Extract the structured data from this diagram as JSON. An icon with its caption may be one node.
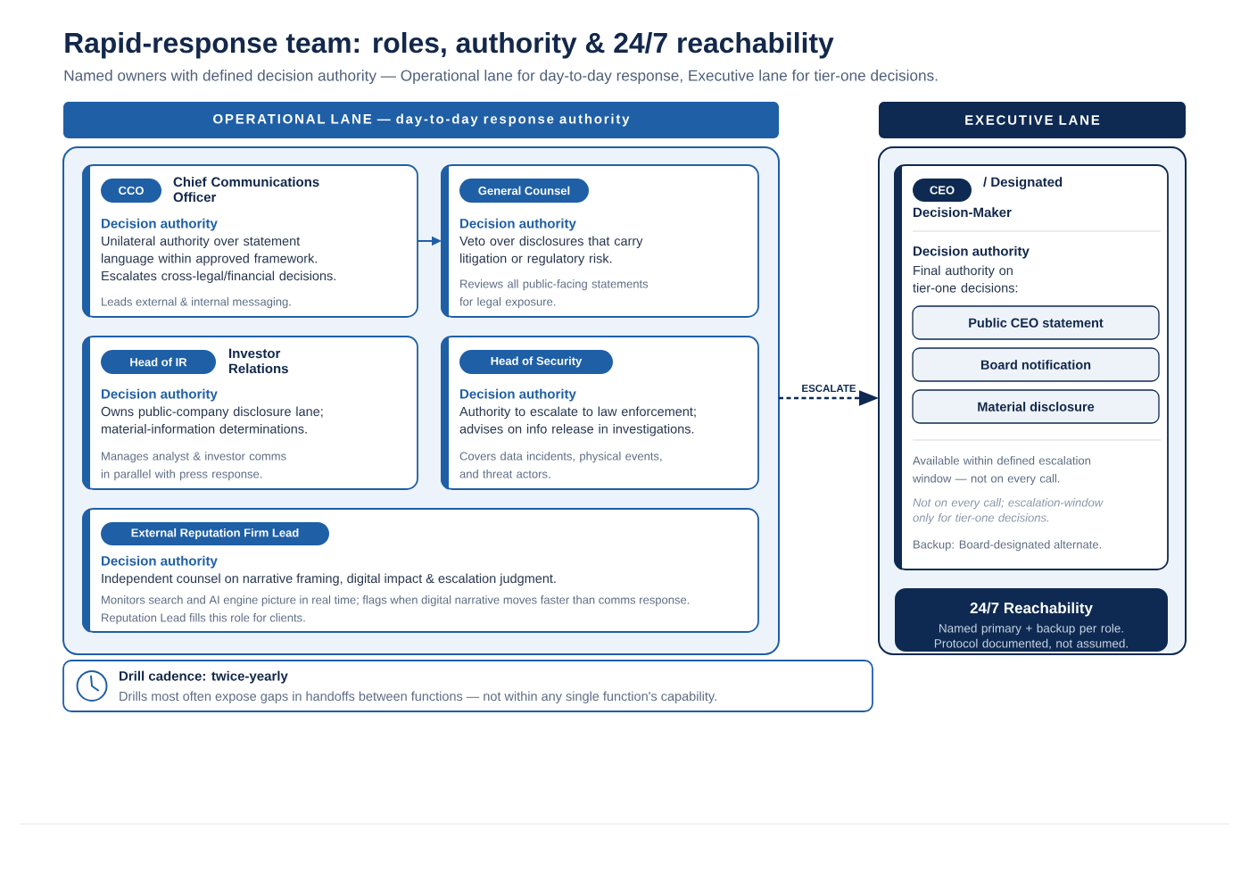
{
  "diagram": {
    "title": "Rapid-response team: roles, authority & 24/7 reachability",
    "nodes": [
      {
        "text": [
          "OPERATIONAL LANE — day-to-day response authority"
        ]
      },
      {
        "text": [],
        "shape": "box"
      },
      {
        "text": [
          "Chief Communications Officer",
          "Decision authority",
          "Unilateral authority over statement language within approved framework. Escalates cross-legal/financial decisions.",
          "Leads external & internal messaging."
        ],
        "in": 1
      },
      {
        "text": [
          "CCO"
        ],
        "in": 2
      },
      {
        "text": [
          "Decision authority",
          "Veto over disclosures that carry litigation or regulatory risk.",
          "Reviews all public-facing statements for legal exposure."
        ],
        "in": 1
      },
      {
        "text": [
          "General Counsel"
        ],
        "in": 4
      },
      {
        "text": [
          "Investor Relations",
          "Decision authority",
          "Owns public-company disclosure lane; material-information determinations.",
          "Manages analyst & investor comms in parallel with press response."
        ],
        "in": 1
      },
      {
        "text": [
          "Head of IR"
        ],
        "in": 6
      },
      {
        "text": [
          "Decision authority",
          "Authority to escalate to law enforcement; advises on info release in investigations.",
          "Covers data incidents, physical events, and threat actors."
        ],
        "in": 1
      },
      {
        "text": [
          "Head of Security"
        ],
        "in": 8
      },
      {
        "text": [
          "Decision authority",
          "Independent counsel on narrative framing, digital impact & escalation judgment.",
          "Monitors search and AI engine picture in real time; flags when digital narrative moves faster than comms response.",
          "Reputation Lead fills this role for clients."
        ],
        "in": 1
      },
      {
        "text": [
          "External Reputation Firm Lead"
        ],
        "in": 10
      },
      {
        "text": [
          "EXECUTIVE LANE"
        ]
      },
      {
        "text": [],
        "shape": "box"
      },
      {
        "text": [
          "/ Designated",
          "Decision-Maker",
          "Decision authority",
          "Final authority on tier-one decisions:",
          "Available within defined escalation window — not on every call.",
          "Not on every call; escalation-window only for tier-one decisions.",
          "Backup: Board-designated alternate."
        ],
        "in": 13
      },
      {
        "text": [
          "CEO"
        ],
        "in": 14
      },
      {
        "text": [
          "Public CEO statement"
        ],
        "in": 14
      },
      {
        "text": [
          "Board notification"
        ],
        "in": 14
      },
      {
        "text": [
          "Material disclosure"
        ],
        "in": 14
      },
      {
        "text": [
          "24/7 Reachability",
          "Named primary + backup per role. Protocol documented, not assumed."
        ],
        "in": 13
      },
      {
        "text": [
          "Drill cadence: twice-yearly",
          "Drills most often expose gaps in handoffs between functions — not within any single function's capability."
        ]
      }
    ],
    "edges": [
      {
        "from": 2,
        "to": 4,
        "arrow": "to"
      },
      {
        "from": 1,
        "to": 13,
        "arrow": "to",
        "label": "ESCALATE",
        "style": "dashed",
        "color": "#0e2a52"
      }
    ],
    "labels": [
      "Named owners with defined decision authority — Operational lane for day-to-day response, Executive lane for tier-one decisions."
    ]
  }
}
